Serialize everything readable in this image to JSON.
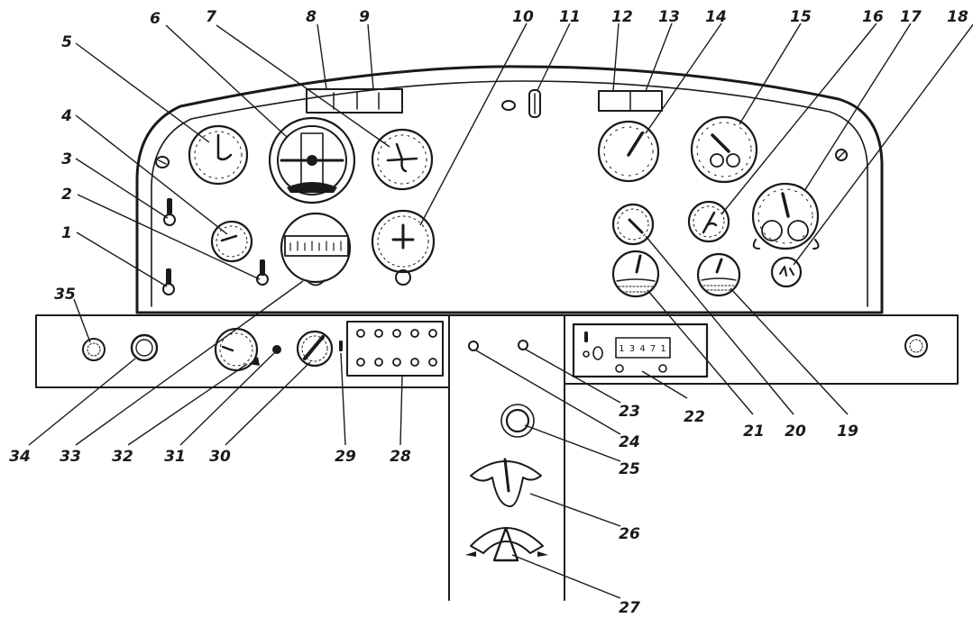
{
  "callouts": [
    "1",
    "2",
    "3",
    "4",
    "5",
    "6",
    "7",
    "8",
    "9",
    "10",
    "11",
    "12",
    "13",
    "14",
    "15",
    "16",
    "17",
    "18",
    "19",
    "20",
    "21",
    "22",
    "23",
    "24",
    "25",
    "26",
    "27",
    "28",
    "29",
    "30",
    "31",
    "32",
    "33",
    "34",
    "35"
  ],
  "display": {
    "digits": "1 3 4 7 1"
  }
}
